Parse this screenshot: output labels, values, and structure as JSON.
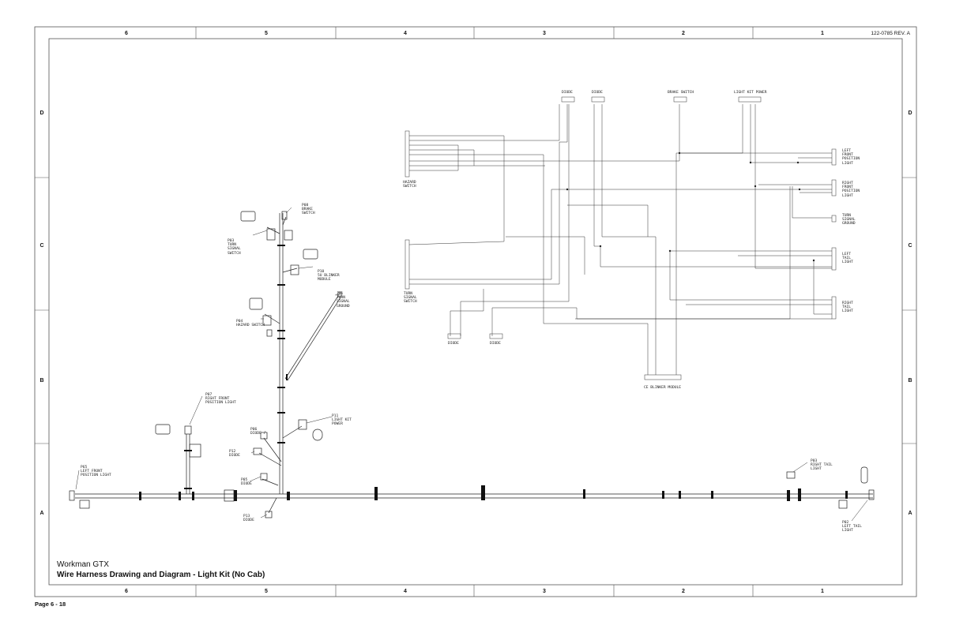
{
  "sheet": {
    "number": "122-0785 REV. A",
    "columns": [
      "6",
      "5",
      "4",
      "3",
      "2",
      "1"
    ],
    "rows": [
      "D",
      "C",
      "B",
      "A"
    ]
  },
  "title": {
    "model": "Workman GTX",
    "main": "Wire Harness Drawing and Diagram - Light Kit (No Cab)"
  },
  "page": "Page 6 - 18",
  "harness_labels": {
    "p08": "P08\nBRAKE\nSWITCH",
    "p03": "P03\nTURN\nSIGNAL\nSWITCH",
    "p10": "P10\n5U BLINKER\nMODULE",
    "j01": "J01\nTURN\nSIGNAL\nGROUND",
    "p04": "P04\nHAZARD SWITCH",
    "p07": "P07\nRIGHT FRONT\nPOSITION LIGHT",
    "p11": "P11\nLIGHT KIT\nPOWER",
    "p06": "P06\nDIODE",
    "p12": "P12\nDIODE",
    "p05": "P05\nDIODE",
    "p13": "P13\nDIODE",
    "p65": "P65\nLEFT FRONT\nPOSITION LIGHT",
    "p03r": "P03\nRIGHT TAIL\nLIGHT",
    "p02": "P02\nLEFT TAIL\nLIGHT"
  },
  "schematic_labels": {
    "diode1": "DIODE",
    "diode2": "DIODE",
    "brake_switch": "BRAKE SWITCH",
    "light_kit_power": "LIGHT KIT POWER",
    "hazard_switch": "HAZARD\nSWITCH",
    "turn_signal_switch": "TURN\nSIGNAL\nSWITCH",
    "diode3": "DIODE",
    "diode4": "DIODE",
    "blinker_module": "CE BLINKER MODULE",
    "left_front": "LEFT\nFRONT\nPOSITION\nLIGHT",
    "right_front": "RIGHT\nFRONT\nPOSITION\nLIGHT",
    "turn_signal_ground": "TURN\nSIGNAL\nGROUND",
    "left_tail": "LEFT\nTAIL\nLIGHT",
    "right_tail": "RIGHT\nTAIL\nLIGHT"
  }
}
